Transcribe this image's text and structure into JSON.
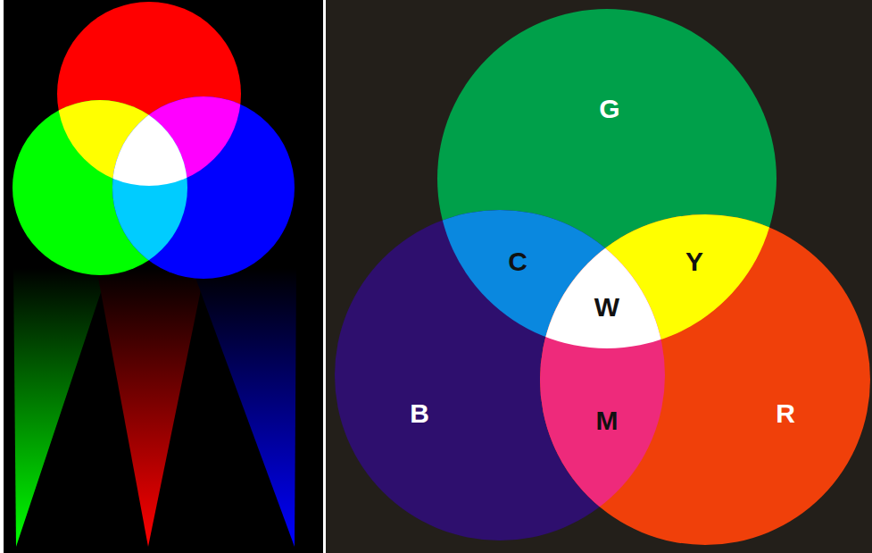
{
  "diagram": {
    "nodes": [
      {
        "text": [
          "G"
        ]
      },
      {
        "text": [
          "B"
        ]
      },
      {
        "text": [
          "R"
        ]
      }
    ],
    "labels": [
      "C",
      "Y",
      "W",
      "M"
    ]
  }
}
